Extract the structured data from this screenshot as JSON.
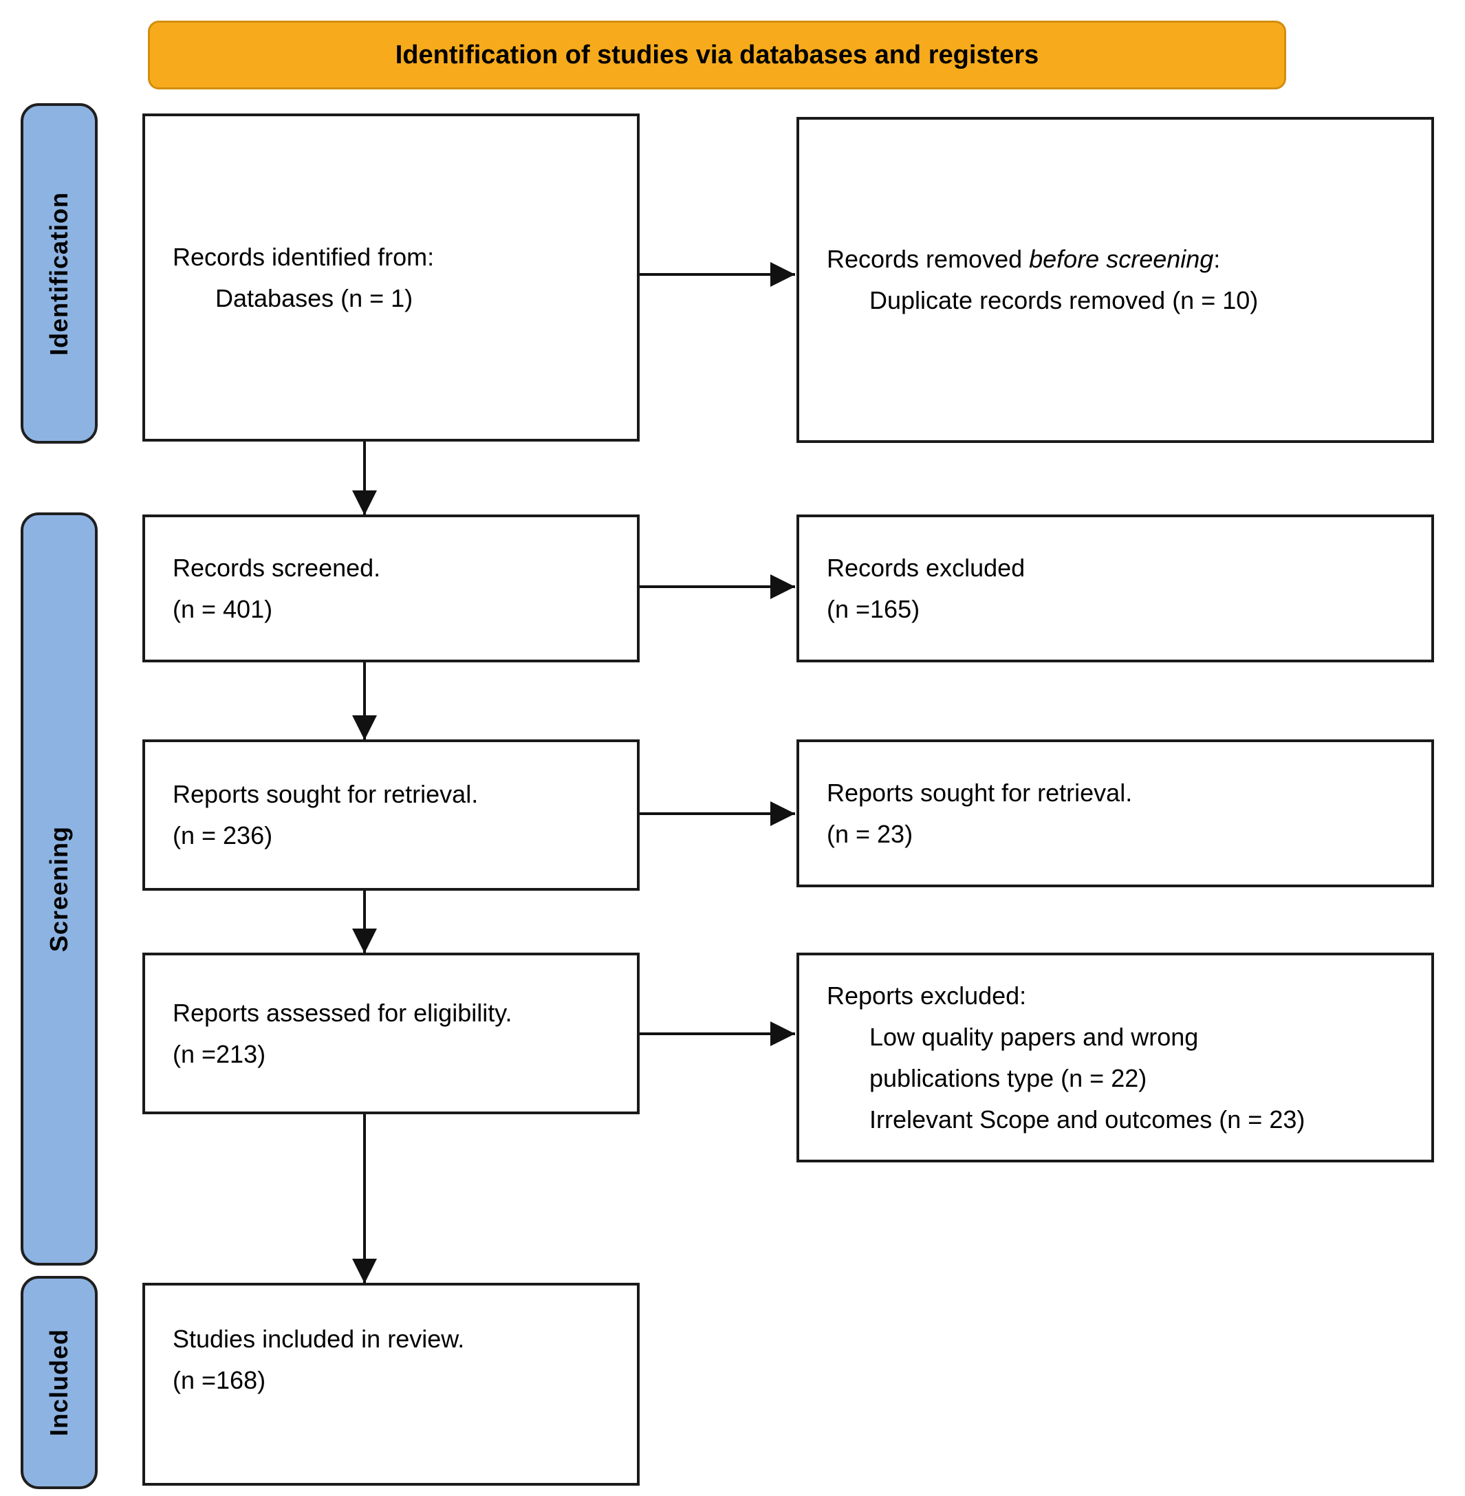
{
  "banner": {
    "label": "Identification of studies via databases and registers"
  },
  "stages": [
    {
      "id": "identification",
      "label": "Identification"
    },
    {
      "id": "screening",
      "label": "Screening"
    },
    {
      "id": "included",
      "label": "Included"
    }
  ],
  "boxes": [
    {
      "id": "records-identified",
      "lines": [
        {
          "indent": false,
          "segments": [
            {
              "text": "Records identified from:"
            }
          ]
        },
        {
          "indent": true,
          "segments": [
            {
              "text": "Databases (n = 1)"
            }
          ]
        }
      ]
    },
    {
      "id": "records-removed",
      "lines": [
        {
          "indent": false,
          "segments": [
            {
              "text": "Records removed "
            },
            {
              "text": "before screening",
              "italic": true
            },
            {
              "text": ":"
            }
          ]
        },
        {
          "indent": true,
          "segments": [
            {
              "text": "Duplicate records removed (n = 10)"
            }
          ]
        }
      ]
    },
    {
      "id": "records-screened",
      "lines": [
        {
          "indent": false,
          "segments": [
            {
              "text": "Records screened."
            }
          ]
        },
        {
          "indent": false,
          "segments": [
            {
              "text": "(n = 401)"
            }
          ]
        }
      ]
    },
    {
      "id": "records-excluded",
      "lines": [
        {
          "indent": false,
          "segments": [
            {
              "text": "Records excluded"
            }
          ]
        },
        {
          "indent": false,
          "segments": [
            {
              "text": "(n =165)"
            }
          ]
        }
      ]
    },
    {
      "id": "reports-sought",
      "lines": [
        {
          "indent": false,
          "segments": [
            {
              "text": "Reports sought for retrieval."
            }
          ]
        },
        {
          "indent": false,
          "segments": [
            {
              "text": "(n = 236)"
            }
          ]
        }
      ]
    },
    {
      "id": "reports-sought-right",
      "lines": [
        {
          "indent": false,
          "segments": [
            {
              "text": "Reports sought for retrieval."
            }
          ]
        },
        {
          "indent": false,
          "segments": [
            {
              "text": "(n = 23)"
            }
          ]
        }
      ]
    },
    {
      "id": "reports-assessed",
      "lines": [
        {
          "indent": false,
          "segments": [
            {
              "text": "Reports assessed for eligibility."
            }
          ]
        },
        {
          "indent": false,
          "segments": [
            {
              "text": "(n =213)"
            }
          ]
        }
      ]
    },
    {
      "id": "reports-excluded",
      "lines": [
        {
          "indent": false,
          "segments": [
            {
              "text": "Reports excluded:"
            }
          ]
        },
        {
          "indent": true,
          "segments": [
            {
              "text": "Low quality papers and wrong"
            }
          ]
        },
        {
          "indent": true,
          "segments": [
            {
              "text": "publications type (n = 22)"
            }
          ]
        },
        {
          "indent": true,
          "segments": [
            {
              "text": "Irrelevant Scope and outcomes (n = 23)"
            }
          ]
        }
      ]
    },
    {
      "id": "studies-included",
      "lines": [
        {
          "indent": false,
          "segments": [
            {
              "text": "Studies included in review."
            }
          ]
        },
        {
          "indent": false,
          "segments": [
            {
              "text": "(n =168)"
            }
          ]
        }
      ]
    }
  ],
  "flows": [
    {
      "from": "records-identified",
      "to": "records-removed"
    },
    {
      "from": "records-identified",
      "to": "records-screened"
    },
    {
      "from": "records-screened",
      "to": "records-excluded"
    },
    {
      "from": "records-screened",
      "to": "reports-sought"
    },
    {
      "from": "reports-sought",
      "to": "reports-sought-right"
    },
    {
      "from": "reports-sought",
      "to": "reports-assessed"
    },
    {
      "from": "reports-assessed",
      "to": "reports-excluded"
    },
    {
      "from": "reports-assessed",
      "to": "studies-included"
    }
  ],
  "colors": {
    "banner_bg": "#F7AB1C",
    "banner_border": "#D28E0E",
    "stage_bg": "#8DB3E2",
    "stage_border": "#1F1F1F",
    "box_border": "#1A1A1A",
    "arrow": "#111111",
    "text": "#000000"
  }
}
